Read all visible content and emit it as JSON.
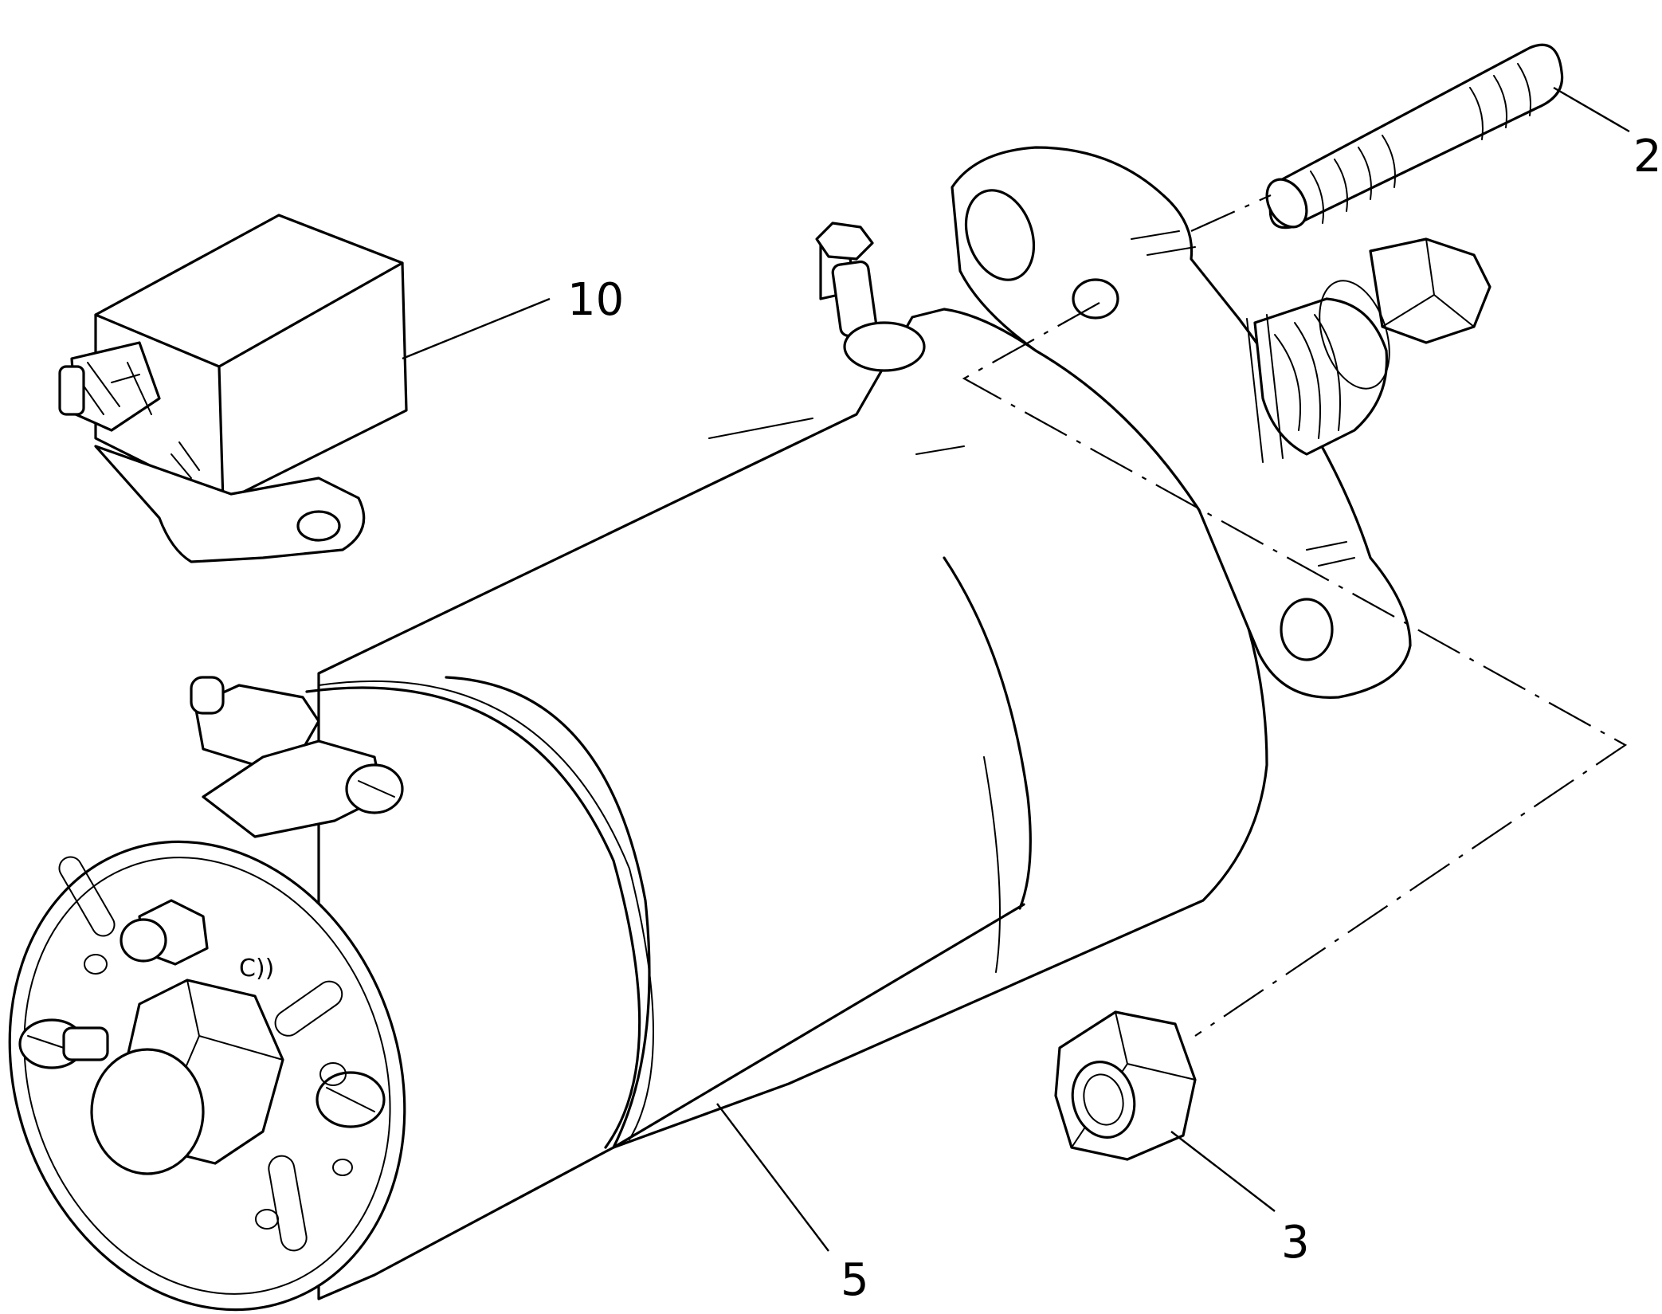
{
  "callouts": {
    "stud": "2",
    "nut": "3",
    "starter_motor": "5",
    "relay": "10"
  }
}
